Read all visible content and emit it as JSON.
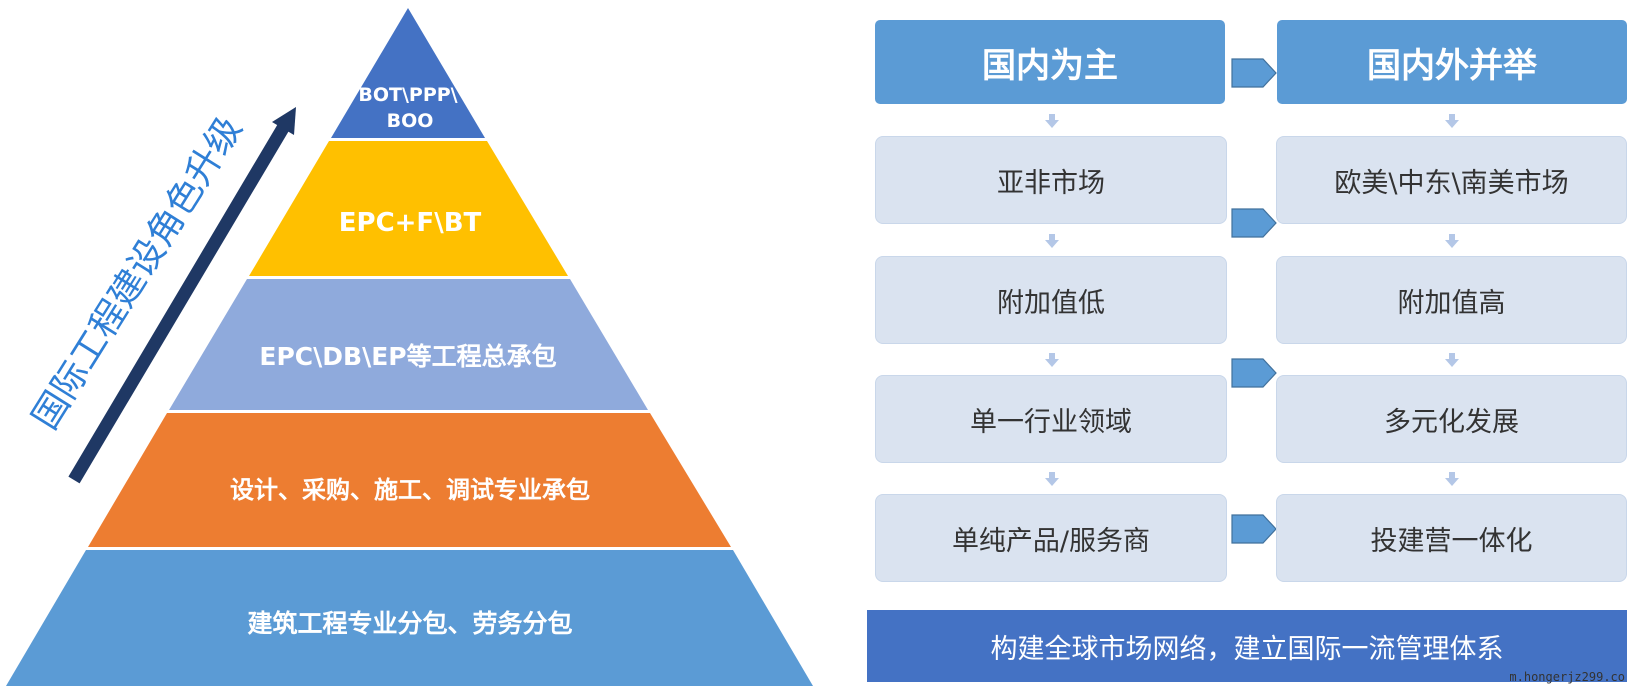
{
  "pyramid": {
    "levels": [
      {
        "label_line1": "BOT\\PPP\\",
        "label_line2": "BOO",
        "color": "#4472c4"
      },
      {
        "label": "EPC+F\\BT",
        "color": "#ffc000"
      },
      {
        "label": "EPC\\DB\\EP等工程总承包",
        "color": "#8faadc"
      },
      {
        "label": "设计、采购、施工、调试专业承包",
        "color": "#ed7d31"
      },
      {
        "label": "建筑工程专业分包、劳务分包",
        "color": "#5b9bd5"
      }
    ],
    "side_label": "国际工程建设角色升级",
    "arrow_color": "#1f3864"
  },
  "flow": {
    "left_header": "国内为主",
    "right_header": "国内外并举",
    "left_items": [
      "亚非市场",
      "附加值低",
      "单一行业领域",
      "单纯产品/服务商"
    ],
    "right_items": [
      "欧美\\中东\\南美市场",
      "附加值高",
      "多元化发展",
      "投建营一体化"
    ]
  },
  "bottom_banner": "构建全球市场网络，建立国际一流管理体系",
  "watermark": "m.hongerjz299.co"
}
